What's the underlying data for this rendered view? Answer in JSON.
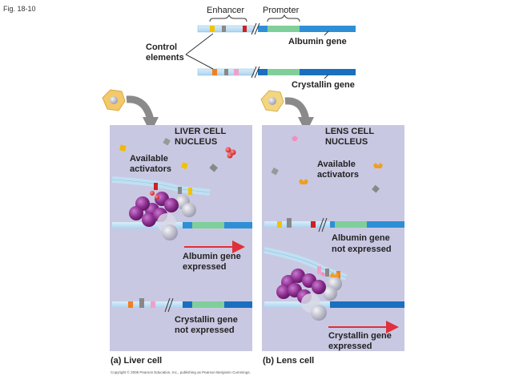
{
  "figure_label": "Fig. 18-10",
  "top": {
    "enhancer": "Enhancer",
    "promoter": "Promoter",
    "control_line1": "Control",
    "control_line2": "elements",
    "albumin_gene": "Albumin gene",
    "crystallin_gene": "Crystallin gene"
  },
  "liver": {
    "title1": "LIVER CELL",
    "title2": "NUCLEUS",
    "avail1": "Available",
    "avail2": "activators",
    "albumin_expr1": "Albumin gene",
    "albumin_expr2": "expressed",
    "cryst_not1": "Crystallin gene",
    "cryst_not2": "not expressed",
    "caption": "(a) Liver cell"
  },
  "lens": {
    "title1": "LENS CELL",
    "title2": "NUCLEUS",
    "avail1": "Available",
    "avail2": "activators",
    "albumin_not1": "Albumin gene",
    "albumin_not2": "not expressed",
    "cryst_expr1": "Crystallin gene",
    "cryst_expr2": "expressed",
    "caption": "(b) Lens cell"
  },
  "copyright": "Copyright © 2008 Pearson Education, Inc., publishing as Pearson Benjamin Cummings.",
  "colors": {
    "panel": "#c9c8e2",
    "dna": "#2e8fd6",
    "dna_light": "#bfe0f2",
    "albumin": "#7fcf9a",
    "purple": "#8a2a8a",
    "arrow_red": "#e0303a"
  }
}
